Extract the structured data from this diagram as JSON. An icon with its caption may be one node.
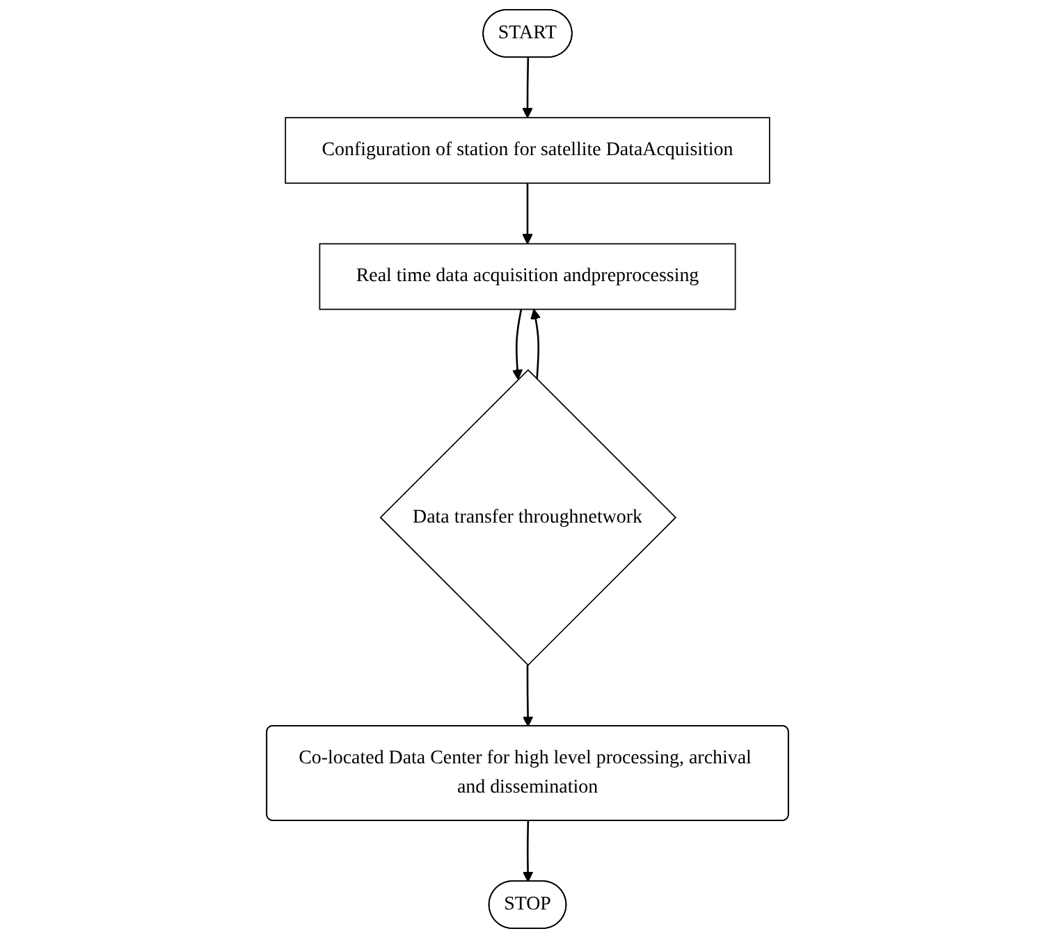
{
  "diagram": {
    "nodes": [
      {
        "text": [
          "START"
        ]
      },
      {
        "text": [
          "Configuration of station for satellite DataAcquisition"
        ]
      },
      {
        "text": [
          "Real time data acquisition andpreprocessing"
        ]
      },
      {
        "text": [
          "Data transfer throughnetwork"
        ]
      },
      {
        "text": [
          "Co-located Data Center for high level processing, archival and dissemination"
        ]
      },
      {
        "text": [
          "STOP"
        ]
      }
    ],
    "edges": [
      {
        "from": 0,
        "to": 1,
        "arrow": "to"
      },
      {
        "from": 1,
        "to": 2,
        "arrow": "to"
      },
      {
        "from": 2,
        "to": 3,
        "arrow": "to"
      },
      {
        "from": 3,
        "to": 4,
        "arrow": "to"
      },
      {
        "from": 4,
        "to": 5,
        "arrow": "to"
      },
      {
        "from": 3,
        "to": 2,
        "arrow": "to"
      }
    ]
  }
}
